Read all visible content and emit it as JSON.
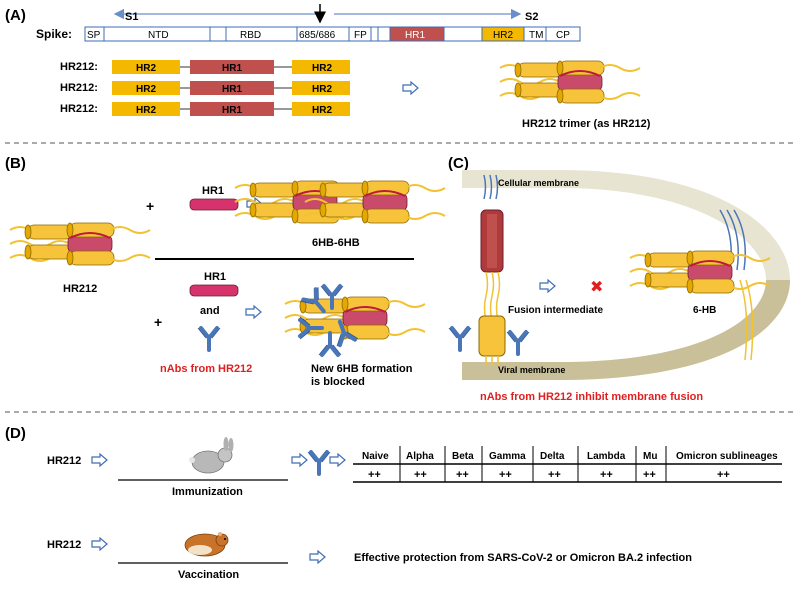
{
  "panel_labels": {
    "a": "(A)",
    "b": "(B)",
    "c": "(C)",
    "d": "(D)"
  },
  "spike": {
    "label": "Spike:",
    "s1": "S1",
    "s2": "S2",
    "segments": [
      "SP",
      "NTD",
      "RBD",
      "685/686",
      "FP",
      "HR1",
      "HR2",
      "TM",
      "CP"
    ]
  },
  "panel_a": {
    "rows": [
      {
        "label": "HR212:",
        "hr2_left": "HR2",
        "hr1": "HR1",
        "hr2_right": "HR2"
      },
      {
        "label": "HR212:",
        "hr2_left": "HR2",
        "hr1": "HR1",
        "hr2_right": "HR2"
      },
      {
        "label": "HR212:",
        "hr2_left": "HR2",
        "hr1": "HR1",
        "hr2_right": "HR2"
      }
    ],
    "trimer_caption": "HR212 trimer (as HR212)"
  },
  "panel_b": {
    "plus_1": "+",
    "plus_2": "+",
    "hr1_top": "HR1",
    "hr1_bottom": "HR1",
    "complex_top_caption": "6HB-6HB",
    "hr212_caption": "HR212",
    "and": "and",
    "nabs_caption": "nAbs from HR212",
    "blocked_line1": "New 6HB formation",
    "blocked_line2": "is blocked"
  },
  "panel_c": {
    "cellular_membrane": "Cellular membrane",
    "viral_membrane": "Viral membrane",
    "fusion_intermediate": "Fusion intermediate",
    "six_hb": "6-HB",
    "cross": "✖",
    "caption": "nAbs from HR212 inhibit membrane fusion"
  },
  "panel_d": {
    "hr212_a": "HR212",
    "hr212_b": "HR212",
    "immunization": "Immunization",
    "vaccination": "Vaccination",
    "table_headers": [
      "Naive",
      "Alpha",
      "Beta",
      "Gamma",
      "Delta",
      "Lambda",
      "Mu",
      "Omicron sublineages"
    ],
    "table_values": [
      "++",
      "++",
      "++",
      "++",
      "++",
      "++",
      "++",
      "++"
    ],
    "protection": "Effective protection from SARS-CoV-2 or Omicron BA.2 infection"
  },
  "colors": {
    "hr1": "#c0504d",
    "hr1_pink": "#d6336c",
    "hr2": "#f5b800",
    "helix_yellow": "#f7c33a",
    "antibody": "#4a76b8",
    "membrane": "#e8e4d2",
    "accent_red": "#e02020",
    "arrow_blue": "#3d6db5"
  }
}
